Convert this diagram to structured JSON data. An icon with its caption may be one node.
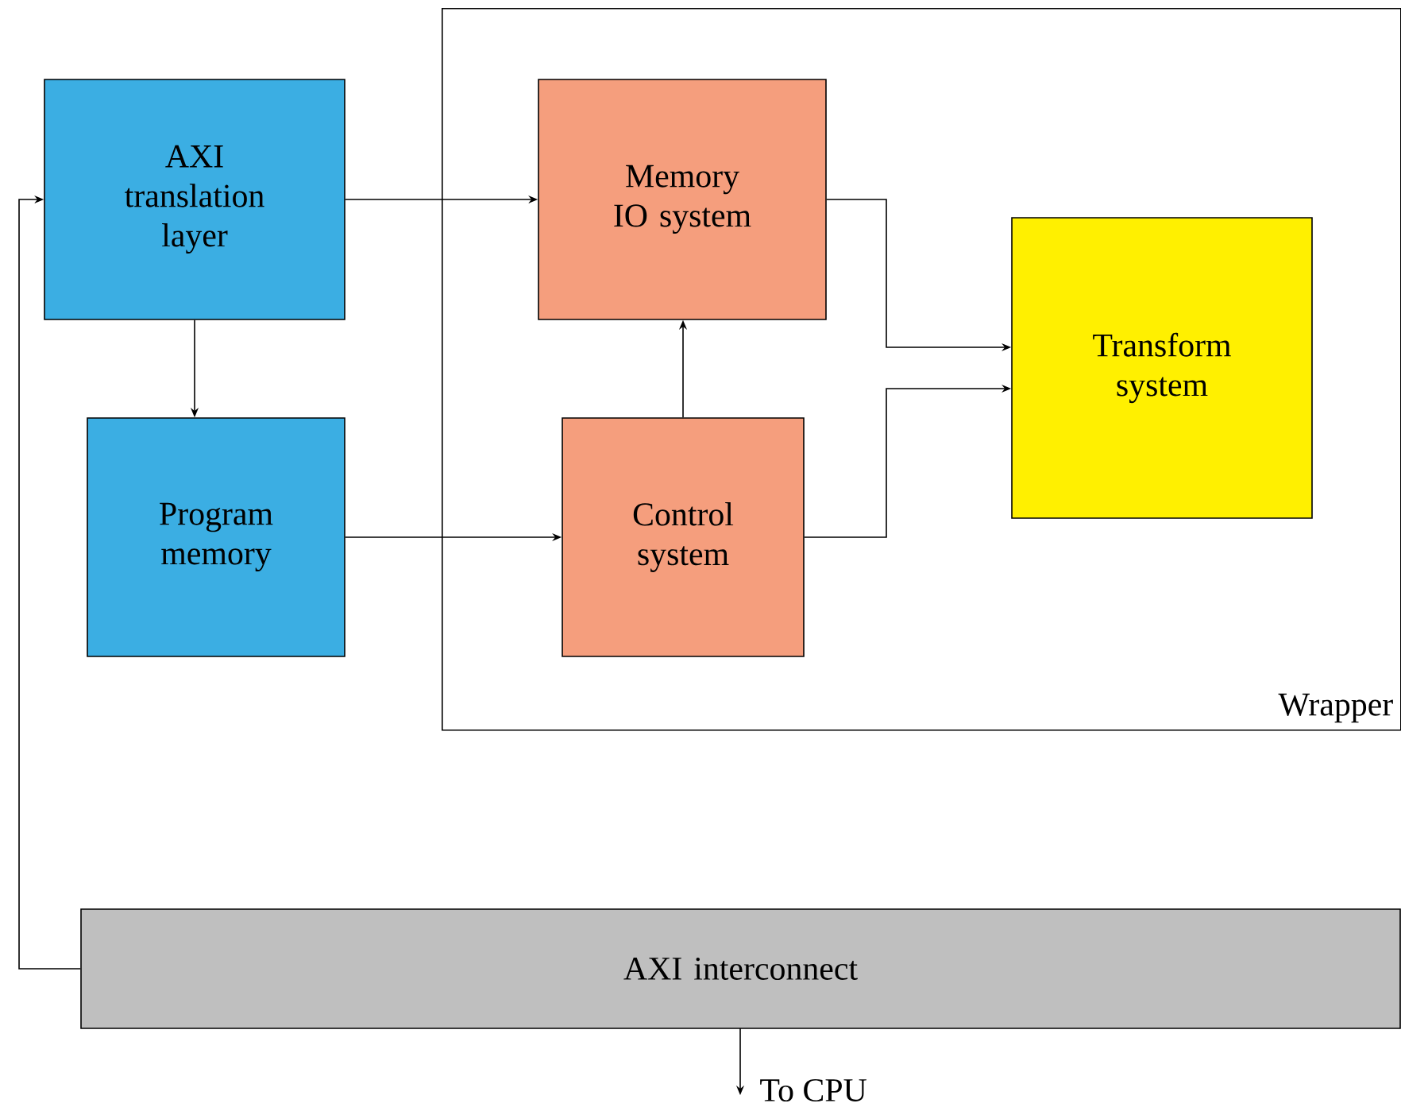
{
  "diagram": {
    "nodes": [
      {
        "text": [
          "AXI translation layer"
        ]
      },
      {
        "text": [
          "Program memory"
        ]
      },
      {
        "text": [
          "Wrapper"
        ]
      },
      {
        "text": [
          "Memory IO system"
        ],
        "in": 2
      },
      {
        "text": [
          "Control system"
        ],
        "in": 2
      },
      {
        "text": [
          "Transform system"
        ],
        "in": 2
      },
      {
        "text": [
          "AXI interconnect"
        ]
      },
      {
        "text": [
          "To CPU"
        ]
      }
    ],
    "edges": [
      {
        "from": 0,
        "to": 3,
        "arrow": "to"
      },
      {
        "from": 0,
        "to": 1,
        "arrow": "to"
      },
      {
        "from": 1,
        "to": 4,
        "arrow": "to"
      },
      {
        "from": 4,
        "to": 3,
        "arrow": "to"
      },
      {
        "from": 3,
        "to": 5,
        "arrow": "to"
      },
      {
        "from": 4,
        "to": 5,
        "arrow": "to"
      },
      {
        "from": 6,
        "to": 0,
        "arrow": "to"
      },
      {
        "from": 6,
        "to": 7,
        "arrow": "to"
      }
    ]
  }
}
